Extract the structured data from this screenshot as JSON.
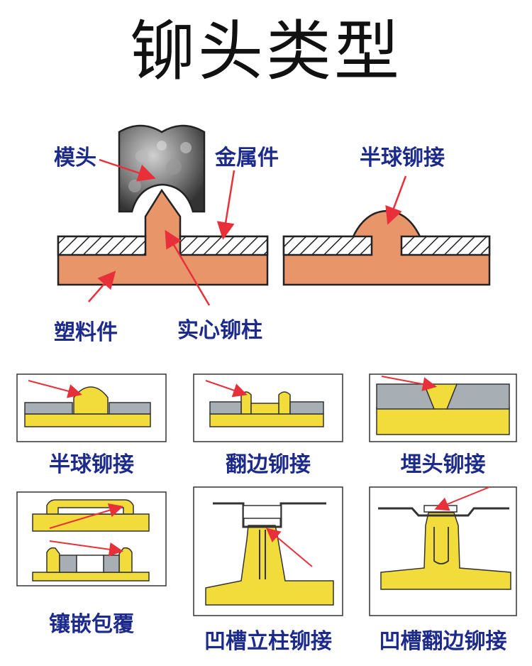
{
  "title": "铆头类型",
  "top_labels": {
    "die": "模头",
    "metal_part": "金属件",
    "hemisphere": "半球铆接",
    "plastic_part": "塑料件",
    "solid_post": "实心铆柱"
  },
  "captions": {
    "c1": "半球铆接",
    "c2": "翻边铆接",
    "c3": "埋头铆接",
    "c4": "镶嵌包覆",
    "c5": "凹槽立柱铆接",
    "c6": "凹槽翻边铆接"
  },
  "colors": {
    "plastic": "#e8956a",
    "yellow": "#f2dc3c",
    "metal_gray": "#a7aeb4",
    "arrow": "#e8303a",
    "label_blue": "#1c2a8c"
  }
}
